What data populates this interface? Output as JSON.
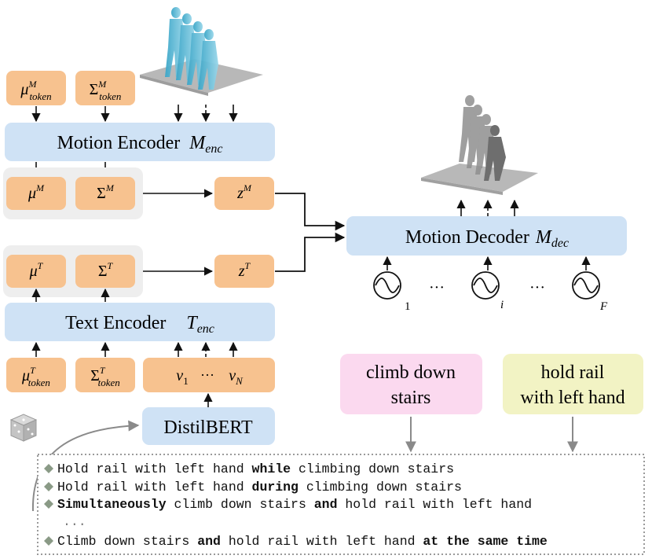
{
  "encoder_block": {
    "motion_encoder_label": "Motion Encoder",
    "motion_encoder_sym": "M",
    "motion_encoder_sub": "enc",
    "text_encoder_label": "Text Encoder",
    "text_encoder_sym": "T",
    "text_encoder_sub": "enc",
    "distilbert_label": "DistilBERT"
  },
  "tokens": {
    "motion_mu": {
      "base": "μ",
      "sup": "M",
      "sub": "token"
    },
    "motion_sigma": {
      "base": "Σ",
      "sup": "M",
      "sub": "token"
    },
    "text_mu": {
      "base": "μ",
      "sup": "T",
      "sub": "token"
    },
    "text_sigma": {
      "base": "Σ",
      "sup": "T",
      "sub": "token"
    }
  },
  "latents": {
    "mu_m": {
      "base": "μ",
      "sup": "M"
    },
    "sigma_m": {
      "base": "Σ",
      "sup": "M"
    },
    "z_m": {
      "base": "z",
      "sup": "M"
    },
    "mu_t": {
      "base": "μ",
      "sup": "T"
    },
    "sigma_t": {
      "base": "Σ",
      "sup": "T"
    },
    "z_t": {
      "base": "z",
      "sup": "T"
    }
  },
  "word_embeddings": {
    "first": {
      "base": "v",
      "sub": "1"
    },
    "ellipsis": "···",
    "last": {
      "base": "v",
      "sub": "N"
    }
  },
  "decoder": {
    "label": "Motion Decoder",
    "sym": "M",
    "sub": "dec",
    "positional_encodings": [
      {
        "sub": "1"
      },
      {
        "sub": "i"
      },
      {
        "sub": "F"
      }
    ],
    "ellipsis": "···"
  },
  "actions": {
    "climb": [
      "climb down",
      "stairs"
    ],
    "hold": [
      "hold rail",
      "with left hand"
    ]
  },
  "sentences": [
    {
      "parts": [
        {
          "t": "Hold rail with left hand ",
          "b": false
        },
        {
          "t": "while",
          "b": true
        },
        {
          "t": " climbing down stairs",
          "b": false
        }
      ]
    },
    {
      "parts": [
        {
          "t": "Hold rail with left hand ",
          "b": false
        },
        {
          "t": "during",
          "b": true
        },
        {
          "t": " climbing down stairs",
          "b": false
        }
      ]
    },
    {
      "parts": [
        {
          "t": "Simultaneously",
          "b": true
        },
        {
          "t": " climb down stairs ",
          "b": false
        },
        {
          "t": "and",
          "b": true
        },
        {
          "t": " hold rail with left hand",
          "b": false
        }
      ]
    },
    {
      "parts": [
        {
          "t": "...",
          "b": false
        }
      ]
    },
    {
      "parts": [
        {
          "t": "Climb down stairs ",
          "b": false
        },
        {
          "t": "and",
          "b": true
        },
        {
          "t": " hold rail with left hand ",
          "b": false
        },
        {
          "t": "at the same time",
          "b": true
        }
      ]
    }
  ],
  "colors": {
    "orange_box": "#f7c28f",
    "blue_box": "#cfe2f5",
    "gray_panel": "#eeeeee",
    "pink_box": "#fbd9ef",
    "yellow_box": "#f2f3c4",
    "dotted_border": "#9a9a9a",
    "bullet": "#8a9a86"
  },
  "icons": [
    "dice-icon",
    "motion-figure-blue-icon",
    "motion-figure-gray-icon",
    "sinusoid-icon"
  ]
}
